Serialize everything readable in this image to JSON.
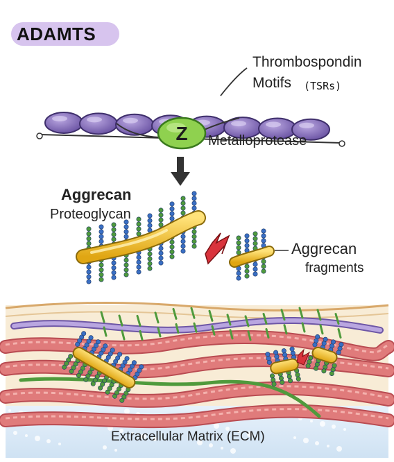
{
  "title": "ADAMTS",
  "labels": {
    "tsr_line1": "Thrombospondin",
    "tsr_line2": "Motifs",
    "tsr_abbrev": "(TSRs)",
    "zinc": "Z",
    "metalloprotease": "Metalloprotease",
    "aggrecan_title": "Aggrecan",
    "aggrecan_sub": "Proteoglycan",
    "fragments_dash": "–",
    "fragments_title": "Aggrecan",
    "fragments_sub": "fragments",
    "ecm": "Extracellular Matrix (ECM)"
  },
  "colors": {
    "title_pill": "#d7c4ee",
    "tsr_bead": "#8a72bd",
    "zinc_domain": "#8fd14f",
    "aggrecan_core": "#f4c430",
    "gag_blue": "#3a6fc4",
    "gag_green": "#4f9a3c",
    "cleavage": "#d9333c",
    "collagen": "#e07b7b",
    "ecm_band": "#f8ecd6"
  }
}
